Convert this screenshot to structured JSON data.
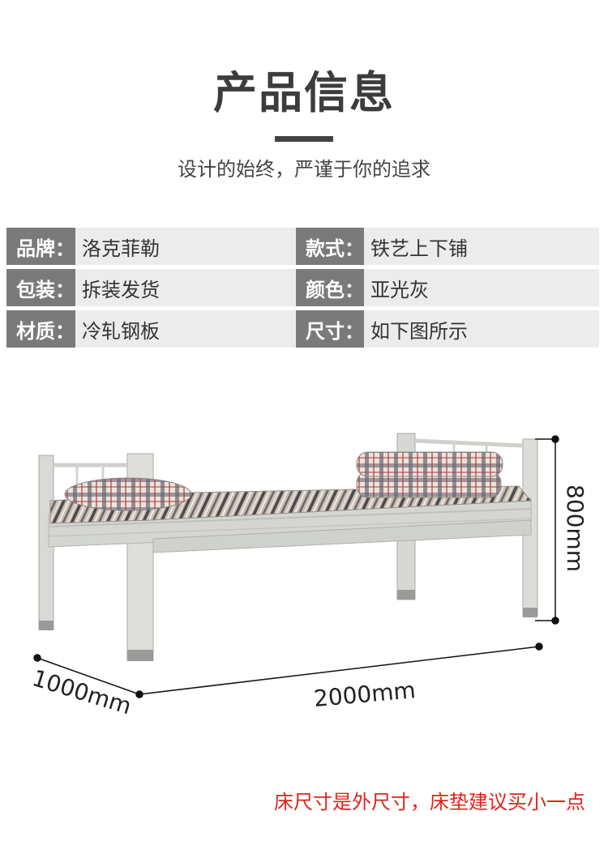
{
  "header": {
    "title": "产品信息",
    "subtitle": "设计的始终，严谨于你的追求"
  },
  "specs": [
    {
      "left_label": "品牌：",
      "left_value": "洛克菲勒",
      "right_label": "款式：",
      "right_value": "铁艺上下铺"
    },
    {
      "left_label": "包装：",
      "left_value": "拆装发货",
      "right_label": "颜色：",
      "right_value": "亚光灰"
    },
    {
      "left_label": "材质：",
      "left_value": "冷轧钢板",
      "right_label": "尺寸：",
      "right_value": "如下图所示"
    }
  ],
  "dimensions": {
    "height": "800mm",
    "width": "1000mm",
    "length": "2000mm"
  },
  "note": "床尺寸是外尺寸，床垫建议买小一点",
  "colors": {
    "label_bg": "#7a7a7a",
    "value_bg": "#ececec",
    "note_red": "#e0241c",
    "frame_gray": "#d4d6d2"
  }
}
